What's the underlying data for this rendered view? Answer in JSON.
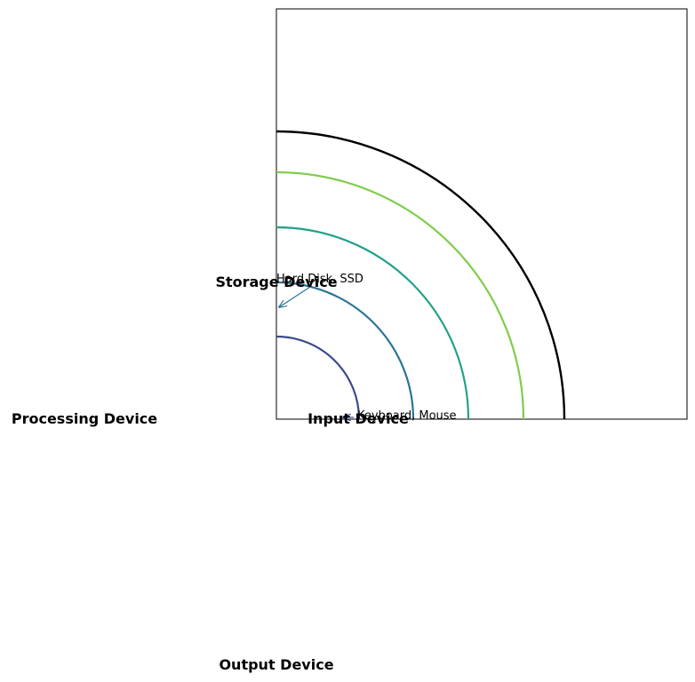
{
  "labels": {
    "storage": "Storage Device",
    "processing": "Processing Device",
    "input": "Input Device",
    "output": "Output Device"
  },
  "annotations": {
    "storage_examples": "Hard Disk, SSD",
    "input_examples": "Keyboard, Mouse"
  },
  "colors": {
    "ring_1": "#3b4a8c",
    "ring_2": "#2b7495",
    "ring_3": "#22a287",
    "ring_4": "#7fcd4a",
    "ring_5": "#000000",
    "arrow_storage": "#2b7495",
    "arrow_input": "#3b4a8c"
  }
}
